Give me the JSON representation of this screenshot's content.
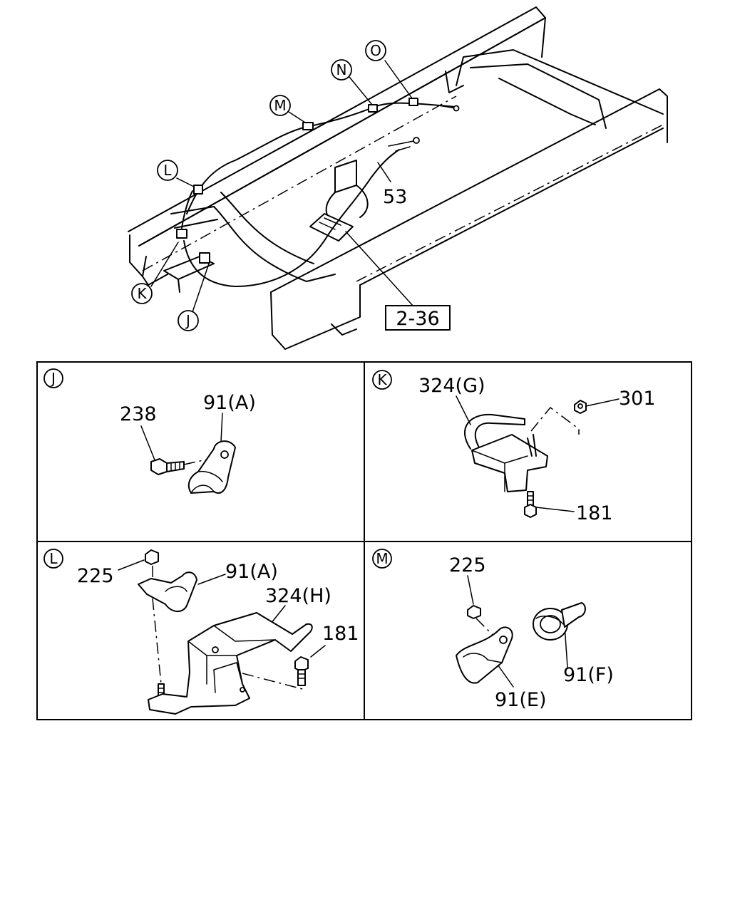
{
  "callouts": {
    "O": "O",
    "N": "N",
    "M": "M",
    "L": "L",
    "K": "K",
    "J": "J",
    "part_53": "53",
    "ref_2_36": "2-36"
  },
  "panels": {
    "J": {
      "letter": "J",
      "labels": {
        "p238": "238",
        "p91a": "91(A)"
      }
    },
    "K": {
      "letter": "K",
      "labels": {
        "p324g": "324(G)",
        "p301": "301",
        "p181": "181"
      }
    },
    "L": {
      "letter": "L",
      "labels": {
        "p225": "225",
        "p91a": "91(A)",
        "p324h": "324(H)",
        "p181": "181"
      }
    },
    "M": {
      "letter": "M",
      "labels": {
        "p225": "225",
        "p91e": "91(E)",
        "p91f": "91(F)"
      }
    }
  }
}
